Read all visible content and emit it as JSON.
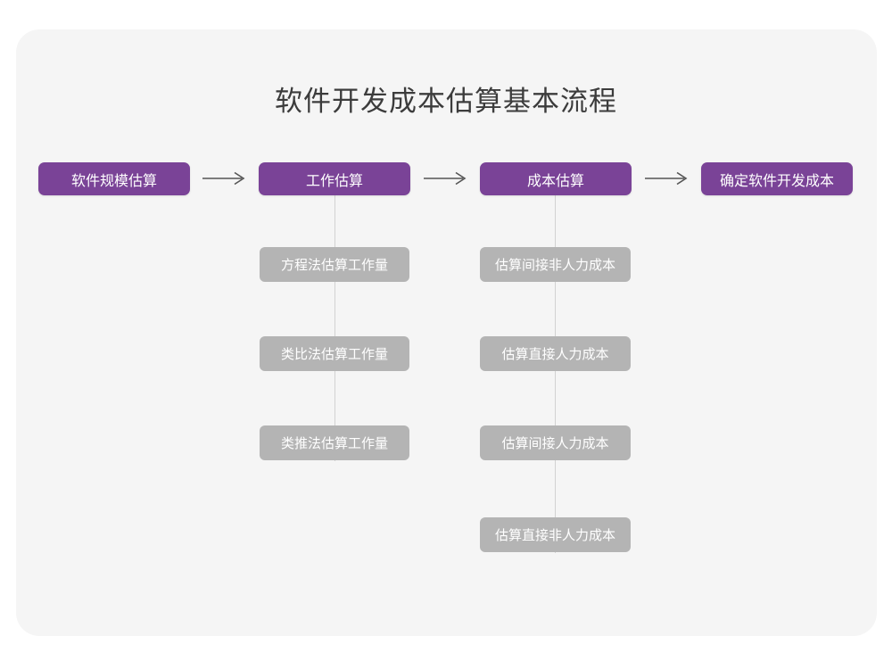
{
  "page": {
    "title": "软件开发成本估算基本流程",
    "background_color": "#ffffff",
    "card_color": "#f5f5f5",
    "primary_color": "#7a4397",
    "secondary_color": "#b4b4b4",
    "connector_color": "#d2d2d2",
    "title_color": "#3c3c3c"
  },
  "diagram": {
    "type": "flowchart",
    "orientation": "left-to-right with vertical sub-branches",
    "stages": [
      {
        "id": "stage-1",
        "label": "软件规模估算",
        "substeps": []
      },
      {
        "id": "stage-2",
        "label": "工作估算",
        "substeps": [
          {
            "label": "方程法估算工作量"
          },
          {
            "label": "类比法估算工作量"
          },
          {
            "label": "类推法估算工作量"
          }
        ]
      },
      {
        "id": "stage-3",
        "label": "成本估算",
        "substeps": [
          {
            "label": "估算间接非人力成本"
          },
          {
            "label": "估算直接人力成本"
          },
          {
            "label": "估算间接人力成本"
          },
          {
            "label": "估算直接非人力成本"
          }
        ]
      },
      {
        "id": "stage-4",
        "label": "确定软件开发成本",
        "substeps": []
      }
    ],
    "connectors": [
      {
        "from": "stage-1",
        "to": "stage-2",
        "glyph": "arrow-right-icon"
      },
      {
        "from": "stage-2",
        "to": "stage-3",
        "glyph": "arrow-right-icon"
      },
      {
        "from": "stage-3",
        "to": "stage-4",
        "glyph": "arrow-right-icon"
      }
    ]
  }
}
